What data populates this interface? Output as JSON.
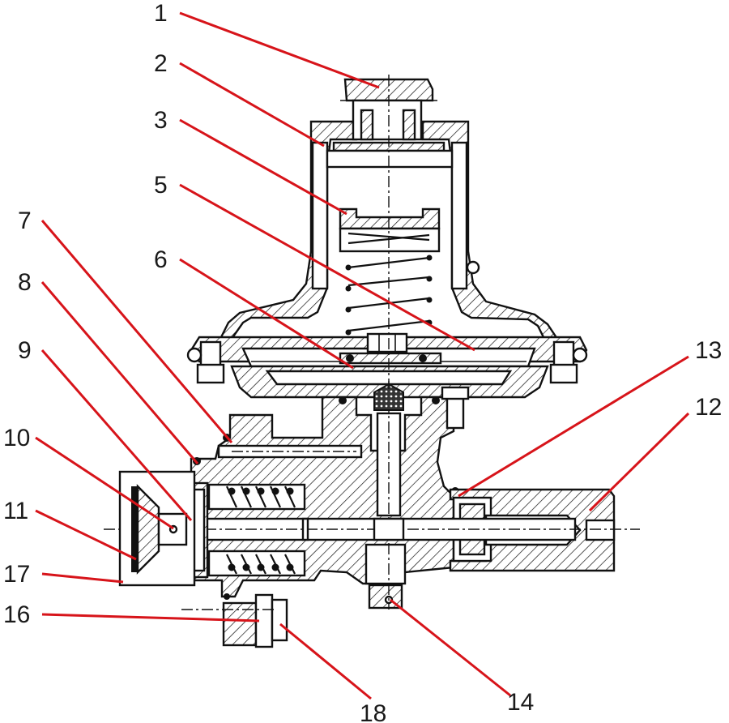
{
  "labels": [
    {
      "id": "1",
      "text": "1"
    },
    {
      "id": "2",
      "text": "2"
    },
    {
      "id": "3",
      "text": "3"
    },
    {
      "id": "5",
      "text": "5"
    },
    {
      "id": "6",
      "text": "6"
    },
    {
      "id": "7",
      "text": "7"
    },
    {
      "id": "8",
      "text": "8"
    },
    {
      "id": "9",
      "text": "9"
    },
    {
      "id": "10",
      "text": "10"
    },
    {
      "id": "11",
      "text": "11"
    },
    {
      "id": "12",
      "text": "12"
    },
    {
      "id": "13",
      "text": "13"
    },
    {
      "id": "14",
      "text": "14"
    },
    {
      "id": "16",
      "text": "16"
    },
    {
      "id": "17",
      "text": "17"
    },
    {
      "id": "18",
      "text": "18"
    }
  ],
  "colors": {
    "leader": "#d7141a",
    "outline": "#111111",
    "hatch": "#111111",
    "background": "#ffffff"
  }
}
